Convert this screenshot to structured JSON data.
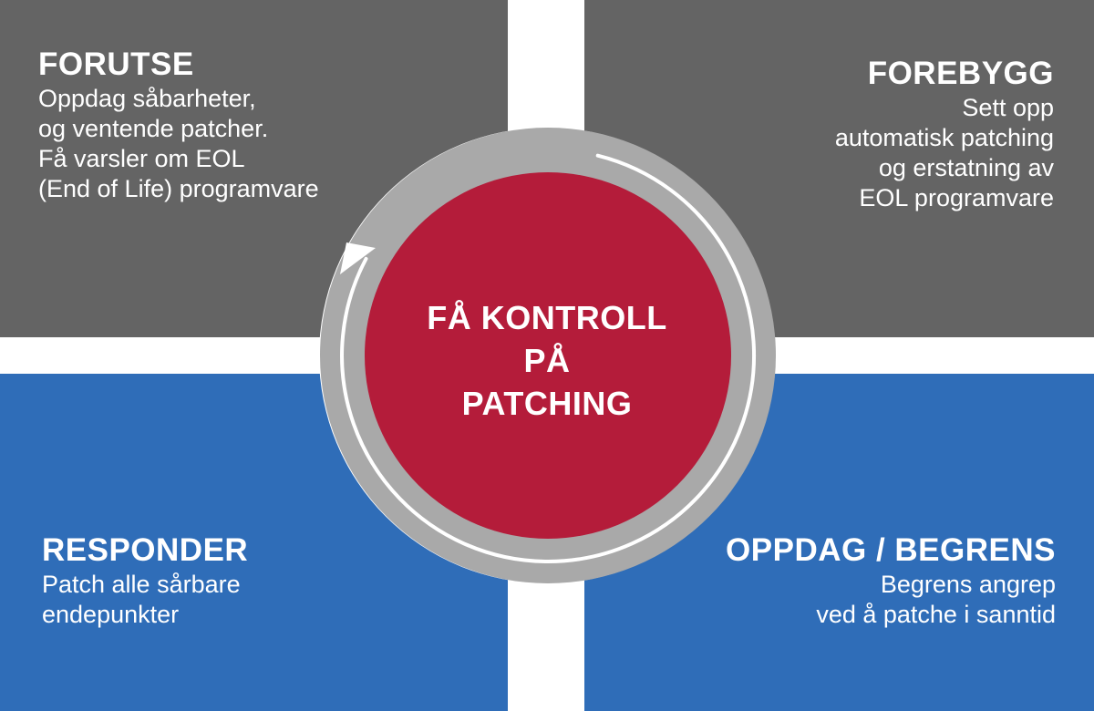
{
  "center": {
    "lines": [
      "FÅ KONTROLL",
      "PÅ",
      "PATCHING"
    ]
  },
  "quadrants": {
    "top_left": {
      "title": "FORUTSE",
      "lines": [
        "Oppdag såbarheter,",
        "og ventende patcher.",
        "Få varsler om EOL",
        "(End of Life) programvare"
      ]
    },
    "top_right": {
      "title": "FOREBYGG",
      "lines": [
        "Sett opp",
        "automatisk patching",
        "og erstatning av",
        "EOL programvare"
      ]
    },
    "bottom_left": {
      "title": "RESPONDER",
      "lines": [
        "Patch alle sårbare",
        "endepunkter"
      ]
    },
    "bottom_right": {
      "title": "OPPDAG / BEGRENS",
      "lines": [
        "Begrens angrep",
        "ved å patche i sanntid"
      ]
    }
  },
  "colors": {
    "top_quadrants": "#646464",
    "bottom_quadrants": "#2f6db8",
    "center_circle": "#b41c3a",
    "ring": "#a9a9a9",
    "arrow": "#ffffff"
  }
}
